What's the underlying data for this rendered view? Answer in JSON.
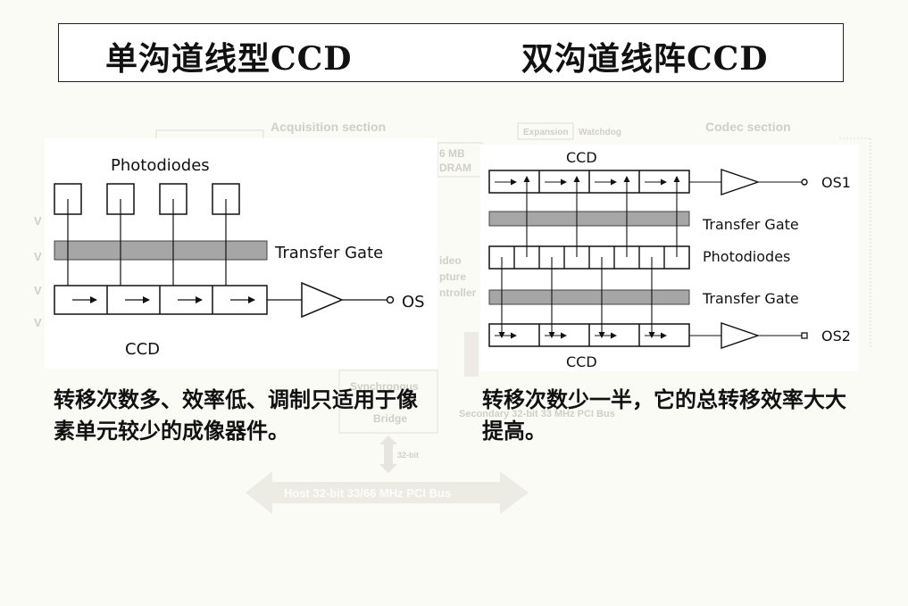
{
  "titles": {
    "left": "单沟道线型CCD",
    "right": "双沟道线阵CCD"
  },
  "background_diagram": {
    "acquisition_section": "Acquisition section",
    "codec_section": "Codec section",
    "expansion": "Expansion",
    "watchdog": "Watchdog",
    "mb_sdram_1": "6 MB",
    "mb_sdram_2": "DRAM",
    "video_1": "ideo",
    "video_2": "pture",
    "video_3": "ntroller",
    "sync_1": "Synchronous",
    "sync_2": "PCI",
    "sync_3": "Bridge",
    "secondary_bus": "Secondary 32-bit 33 MHz PCI Bus",
    "bit32": "32-bit",
    "host_bus": "Host 32-bit 33/66 MHz PCI Bus",
    "v_label": "V"
  },
  "left_diagram": {
    "photodiodes": "Photodiodes",
    "transfer_gate": "Transfer Gate",
    "ccd": "CCD",
    "output": "OS"
  },
  "right_diagram": {
    "ccd_top": "CCD",
    "output1": "OS1",
    "transfer_gate_top": "Transfer Gate",
    "photodiodes": "Photodiodes",
    "transfer_gate_bottom": "Transfer Gate",
    "output2": "OS2",
    "ccd_bottom": "CCD"
  },
  "captions": {
    "left": "转移次数多、效率低、调制只适用于像素单元较少的成像器件。",
    "right": "转移次数少一半，它的总转移效率大大提高。"
  }
}
